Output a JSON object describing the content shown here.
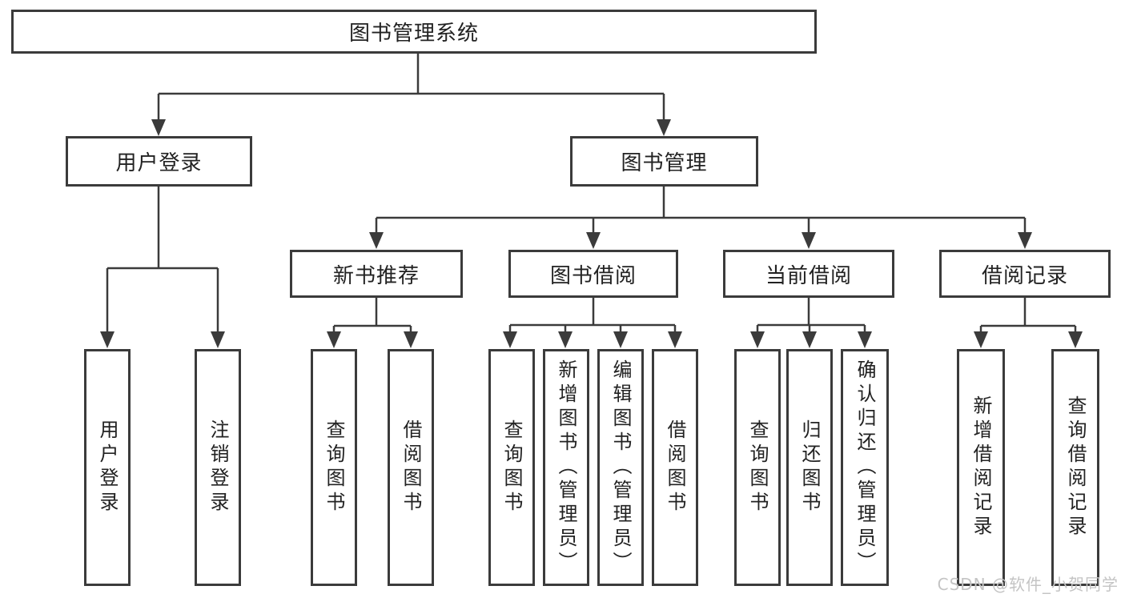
{
  "colors": {
    "line": "#3b3b3b",
    "box_border": "#3b3b3b",
    "text": "#222222",
    "watermark": "#c4c4c4",
    "background": "#ffffff"
  },
  "tree": {
    "root": {
      "label": "图书管理系统"
    },
    "branches": [
      {
        "label": "用户登录",
        "children": [
          {
            "label": "用户登录"
          },
          {
            "label": "注销登录"
          }
        ]
      },
      {
        "label": "图书管理",
        "children": [
          {
            "label": "新书推荐",
            "children": [
              {
                "label": "查询图书"
              },
              {
                "label": "借阅图书"
              }
            ]
          },
          {
            "label": "图书借阅",
            "children": [
              {
                "label": "查询图书"
              },
              {
                "label": "新增图书（管理员）"
              },
              {
                "label": "编辑图书（管理员）"
              },
              {
                "label": "借阅图书"
              }
            ]
          },
          {
            "label": "当前借阅",
            "children": [
              {
                "label": "查询图书"
              },
              {
                "label": "归还图书"
              },
              {
                "label": "确认归还（管理员）"
              }
            ]
          },
          {
            "label": "借阅记录",
            "children": [
              {
                "label": "新增借阅记录"
              },
              {
                "label": "查询借阅记录"
              }
            ]
          }
        ]
      }
    ]
  },
  "watermark": {
    "text": "CSDN @软件_小贺同学"
  }
}
